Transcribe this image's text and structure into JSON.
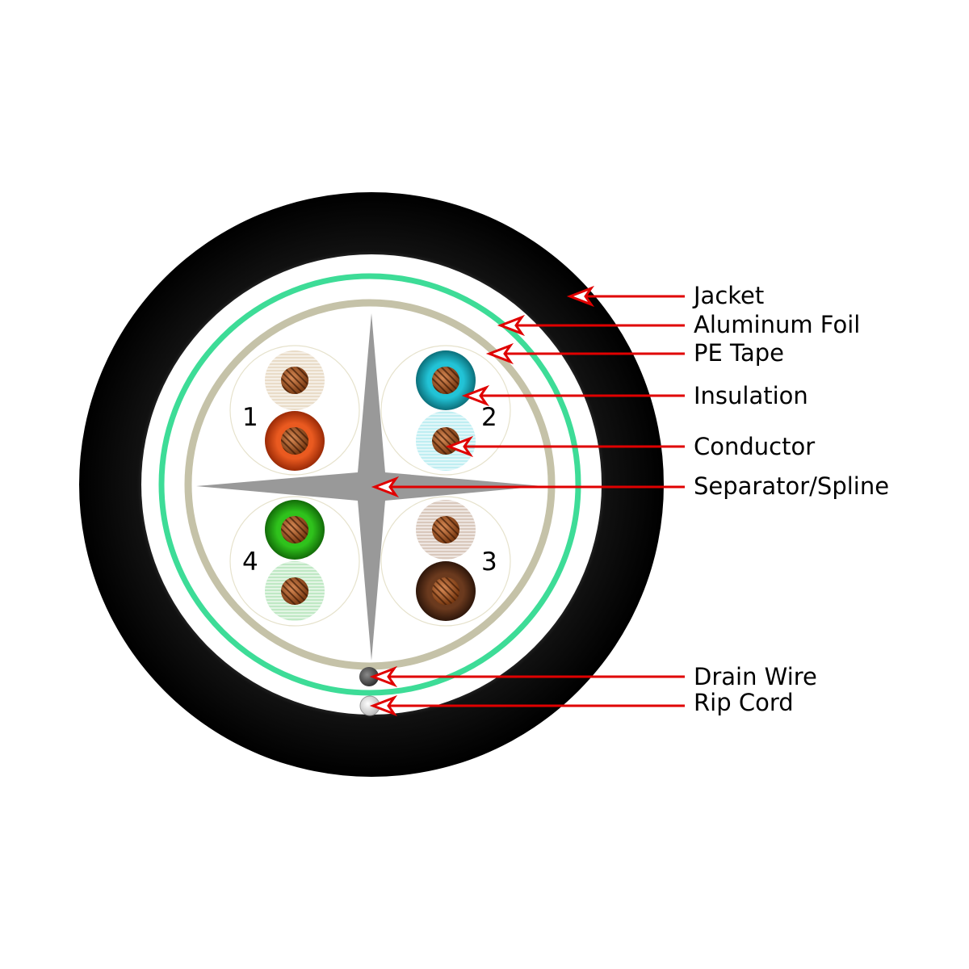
{
  "labels": {
    "jacket": "Jacket",
    "aluminum_foil": "Aluminum Foil",
    "pe_tape": "PE Tape",
    "insulation": "Insulation",
    "conductor": "Conductor",
    "separator": "Separator/Spline",
    "drain_wire": "Drain Wire",
    "rip_cord": "Rip Cord"
  },
  "pairs": {
    "pair_1": "1",
    "pair_2": "2",
    "pair_3": "3",
    "pair_4": "4"
  },
  "colors": {
    "jacket": "#000000",
    "aluminum_foil": "#3ddc97",
    "pe_tape": "#c5c2a8",
    "separator": "#999999",
    "conductor": "#a0522d",
    "arrow": "#e00000",
    "pair_1_solid": "#e2501c",
    "pair_1_stripe": "#e9dcc8",
    "pair_2_solid": "#22c3d6",
    "pair_2_stripe": "#bfeef2",
    "pair_3_solid": "#6b3a1e",
    "pair_3_stripe": "#d9c8bc",
    "pair_4_solid": "#27b01b",
    "pair_4_stripe": "#bfe8c4",
    "drain_wire": "#555555",
    "rip_cord": "#eeeeee"
  }
}
